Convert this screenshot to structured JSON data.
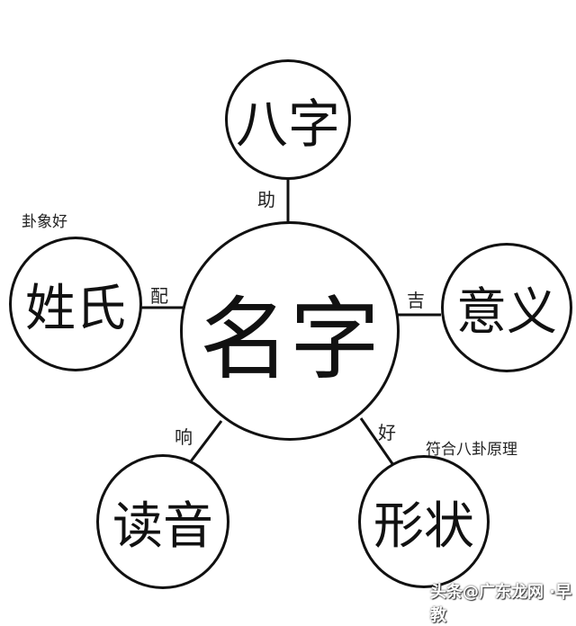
{
  "diagram": {
    "center": {
      "label": "名字"
    },
    "nodes": [
      {
        "id": "bazi",
        "label": "八字",
        "edge_label": "助"
      },
      {
        "id": "xingshi",
        "label": "姓氏",
        "edge_label": "配",
        "note": "卦象好"
      },
      {
        "id": "yiyi",
        "label": "意义",
        "edge_label": "吉"
      },
      {
        "id": "duyin",
        "label": "读音",
        "edge_label": "响"
      },
      {
        "id": "xingzhuang",
        "label": "形状",
        "edge_label": "好",
        "note": "符合八卦原理"
      }
    ]
  },
  "watermark": "头条@广东龙网 ·早教",
  "colors": {
    "stroke": "#111111",
    "background": "#ffffff"
  }
}
